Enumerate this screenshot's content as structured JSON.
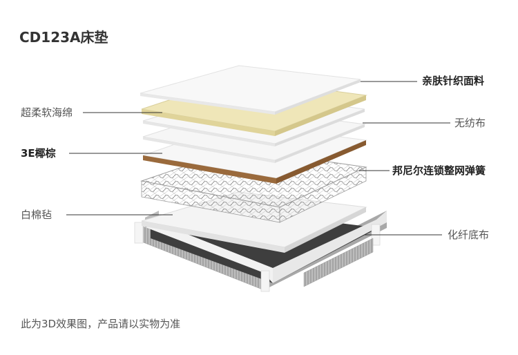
{
  "title": "CD123A床垫",
  "labels": {
    "skin_fabric": "亲肤针织面料",
    "soft_sponge": "超柔软海绵",
    "non_woven": "无纺布",
    "coconut_3e": "3E椰棕",
    "bonnell_spring": "邦尼尔连锁整网弹簧",
    "cotton_felt": "白棉毡",
    "fiber_base": "化纤底布"
  },
  "footer": "此为3D效果图，产品请以实物为准",
  "colors": {
    "sponge": "#efe6b8",
    "coconut": "#9a6a3c",
    "base_dark": "#3e3e3e",
    "spring": "#b8b8b8",
    "line": "#333333"
  }
}
